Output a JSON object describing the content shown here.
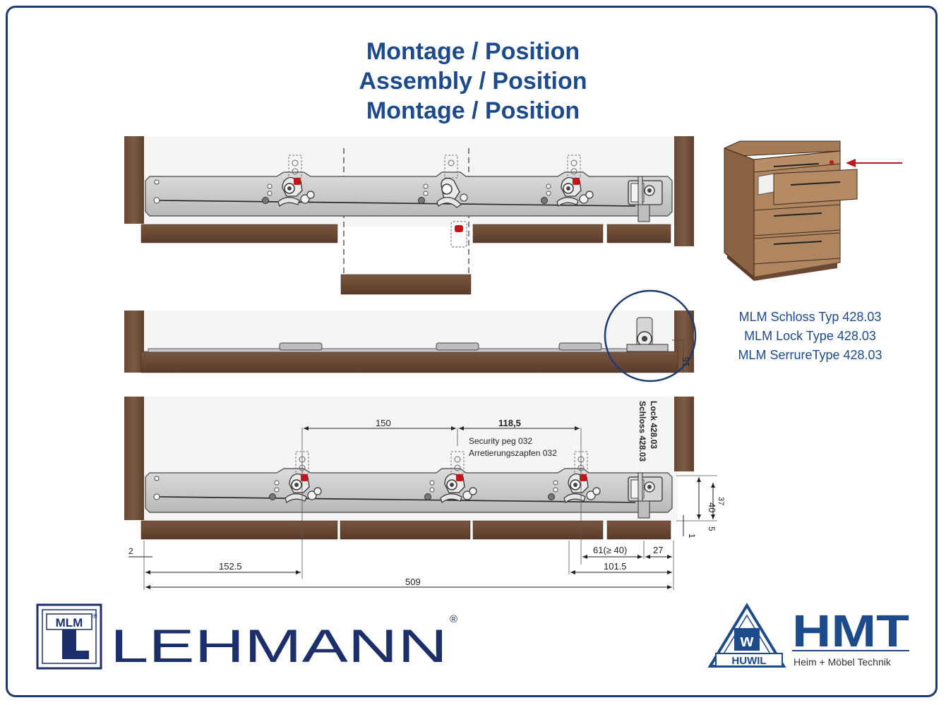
{
  "title": {
    "line1": "Montage / Position",
    "line2": "Assembly / Position",
    "line3": "Montage / Position"
  },
  "lock_caption": {
    "line1": "MLM Schloss Typ 428.03",
    "line2": "MLM Lock Type 428.03",
    "line3": "MLM SerrureType 428.03"
  },
  "dimensions": {
    "d150": "150",
    "d118_5": "118,5",
    "security_peg": "Security peg 032",
    "arretierung": "Arretierungszapfen 032",
    "lock_label": "Lock 428.03",
    "schloss_label": "Schloss 428.03",
    "d2": "2",
    "d152_5": "152.5",
    "d509": "509",
    "d61": "61(≥ 40)",
    "d27": "27",
    "d101_5": "101.5",
    "d15": "15",
    "d37": "37",
    "d40": "40",
    "d5": "5",
    "d1": "1"
  },
  "branding": {
    "lehmann_mark": "MLM",
    "lehmann_name": "LEHMANN",
    "registered": "®",
    "huwil_letter": "w",
    "huwil_name": "HUWIL",
    "hmt_name": "HMT",
    "hmt_tagline": "Heim + Möbel Technik"
  },
  "colors": {
    "brand_blue": "#1d4a8a",
    "wood": "#6b4a35",
    "metal": "#c9c9cb",
    "red_marker": "#c0161c"
  }
}
